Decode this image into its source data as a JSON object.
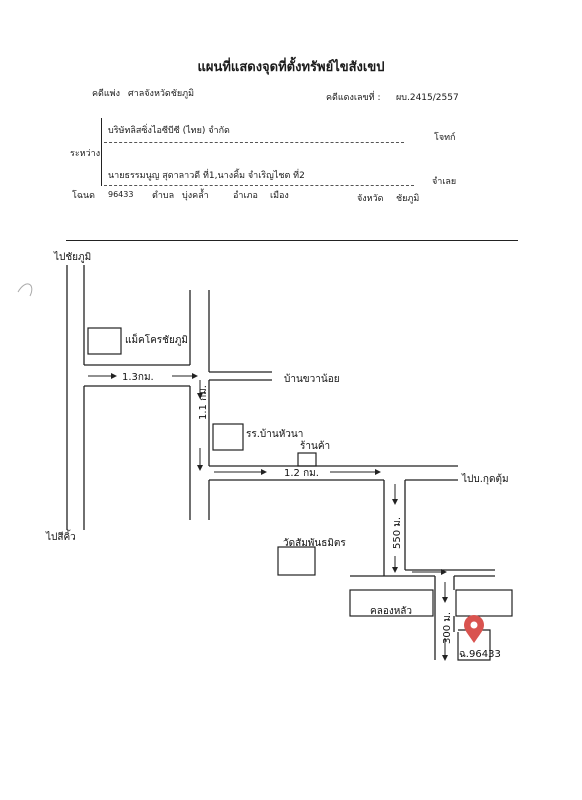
{
  "header": {
    "title": "แผนที่แสดงจุดที่ตั้งทรัพย์ไขสังเขป",
    "court_label": "คดีแพ่ง",
    "court_name": "ศาลจังหวัดชัยภูมิ",
    "case_label": "คดีแดงเลขที่ :",
    "case_number": "ผบ.2415/2557",
    "between_label": "ระหว่าง",
    "plaintiff": "บริษัทลิสซิ่งไอซีบีซี (ไทย) จำกัด",
    "plaintiff_role": "โจทก์",
    "defendant": "นายธรรมนูญ สุดาลาวดี ที่1,นางคิ้ม จำเริญไชต ที่2",
    "defendant_role": "จำเลย",
    "deed_label": "โฉนด",
    "deed_number": "96433",
    "subdistrict_label": "ตำบล",
    "subdistrict": "บุ่งคล้ำ",
    "district_label": "อำเภอ",
    "district": "เมือง",
    "province_label": "จังหวัด",
    "province": "ชัยภูมิ"
  },
  "map": {
    "to_chaiyaphum": "ไปชัยภูมิ",
    "to_si_khiu": "ไปสีคิ้ว",
    "makro": "แม็คโครชัยภูมิ",
    "dist_1_3": "1.3กม.",
    "ban_khwao_noi": "บ้านขวาน้อย",
    "dist_1_1": "1.1 กม.",
    "school": "รร.บ้านหัวนา",
    "shop": "ร้านค้า",
    "dist_1_2": "1.2 กม.",
    "to_kut_chum": "ไปบ.กุดตุ้ม",
    "dist_550": "550 ม.",
    "temple": "วัดสัมพันธมิตร",
    "canal": "คลองหลัว",
    "dist_300": "300 ม.",
    "parcel": "ฉ.96433"
  },
  "colors": {
    "ink": "#222222",
    "pin": "#d9534f"
  }
}
